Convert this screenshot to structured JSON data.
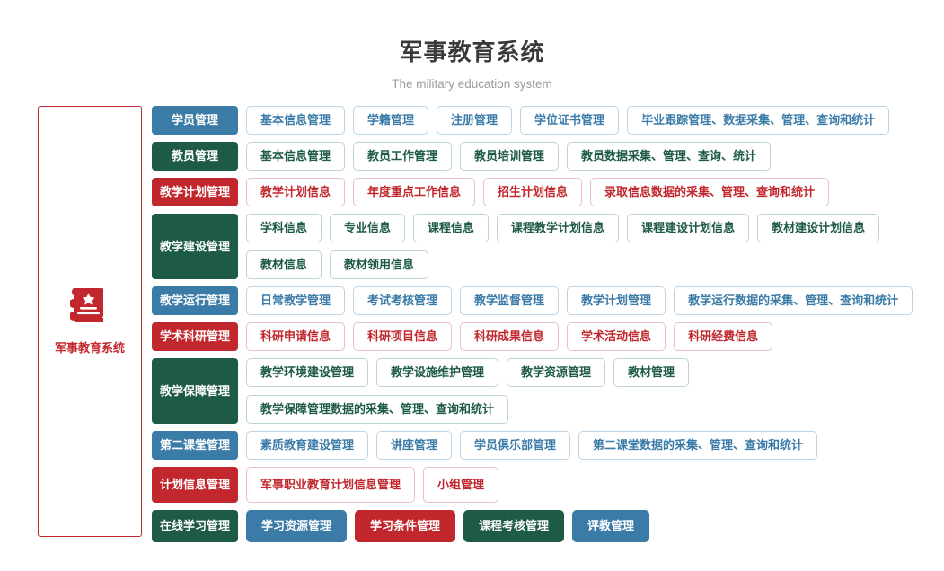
{
  "header": {
    "title": "军事教育系统",
    "subtitle": "The military education system"
  },
  "sidebar": {
    "icon": "book-star-icon",
    "label": "军事教育系统",
    "border_color": "#c1272d"
  },
  "palette": {
    "blue": "#3b7ba8",
    "green": "#1e5b46",
    "red": "#c1272d",
    "blue_border": "#bcd5e6",
    "green_border": "#bdd5cb",
    "red_border": "#ecc0c2",
    "title_color": "#3a3a3a",
    "subtitle_color": "#9b9b9b",
    "background": "#ffffff"
  },
  "tree": {
    "rows": [
      {
        "parent": "学员管理",
        "color": "blue",
        "style": "outline",
        "children": [
          "基本信息管理",
          "学籍管理",
          "注册管理",
          "学位证书管理",
          "毕业跟踪管理、数据采集、管理、查询和统计"
        ]
      },
      {
        "parent": "教员管理",
        "color": "green",
        "style": "outline",
        "children": [
          "基本信息管理",
          "教员工作管理",
          "教员培训管理",
          "教员数据采集、管理、查询、统计"
        ]
      },
      {
        "parent": "教学计划管理",
        "color": "red",
        "style": "outline",
        "children": [
          "教学计划信息",
          "年度重点工作信息",
          "招生计划信息",
          "录取信息数据的采集、管理、查询和统计"
        ]
      },
      {
        "parent": "教学建设管理",
        "color": "green",
        "style": "outline",
        "children": [
          "学科信息",
          "专业信息",
          "课程信息",
          "课程教学计划信息",
          "课程建设计划信息",
          "教材建设计划信息",
          "教材信息",
          "教材领用信息"
        ]
      },
      {
        "parent": "教学运行管理",
        "color": "blue",
        "style": "outline",
        "children": [
          "日常教学管理",
          "考试考核管理",
          "教学监督管理",
          "教学计划管理",
          "教学运行数据的采集、管理、查询和统计"
        ]
      },
      {
        "parent": "学术科研管理",
        "color": "red",
        "style": "outline",
        "children": [
          "科研申请信息",
          "科研项目信息",
          "科研成果信息",
          "学术活动信息",
          "科研经费信息"
        ]
      },
      {
        "parent": "教学保障管理",
        "color": "green",
        "style": "outline",
        "children": [
          "教学环境建设管理",
          "教学设施维护管理",
          "教学资源管理",
          "教材管理",
          "教学保障管理数据的采集、管理、查询和统计"
        ]
      },
      {
        "parent": "第二课堂管理",
        "color": "blue",
        "style": "outline",
        "children": [
          "素质教育建设管理",
          "讲座管理",
          "学员俱乐部管理",
          "第二课堂数据的采集、管理、查询和统计"
        ]
      },
      {
        "parent": "计划信息管理",
        "color": "red",
        "style": "outline-tall",
        "children": [
          "军事职业教育计划信息管理",
          "小组管理"
        ]
      },
      {
        "parent": "在线学习管理",
        "color": "green",
        "style": "solid",
        "children": [
          {
            "label": "学习资源管理",
            "color": "blue"
          },
          {
            "label": "学习条件管理",
            "color": "red"
          },
          {
            "label": "课程考核管理",
            "color": "green"
          },
          {
            "label": "评教管理",
            "color": "blue"
          }
        ]
      }
    ]
  }
}
